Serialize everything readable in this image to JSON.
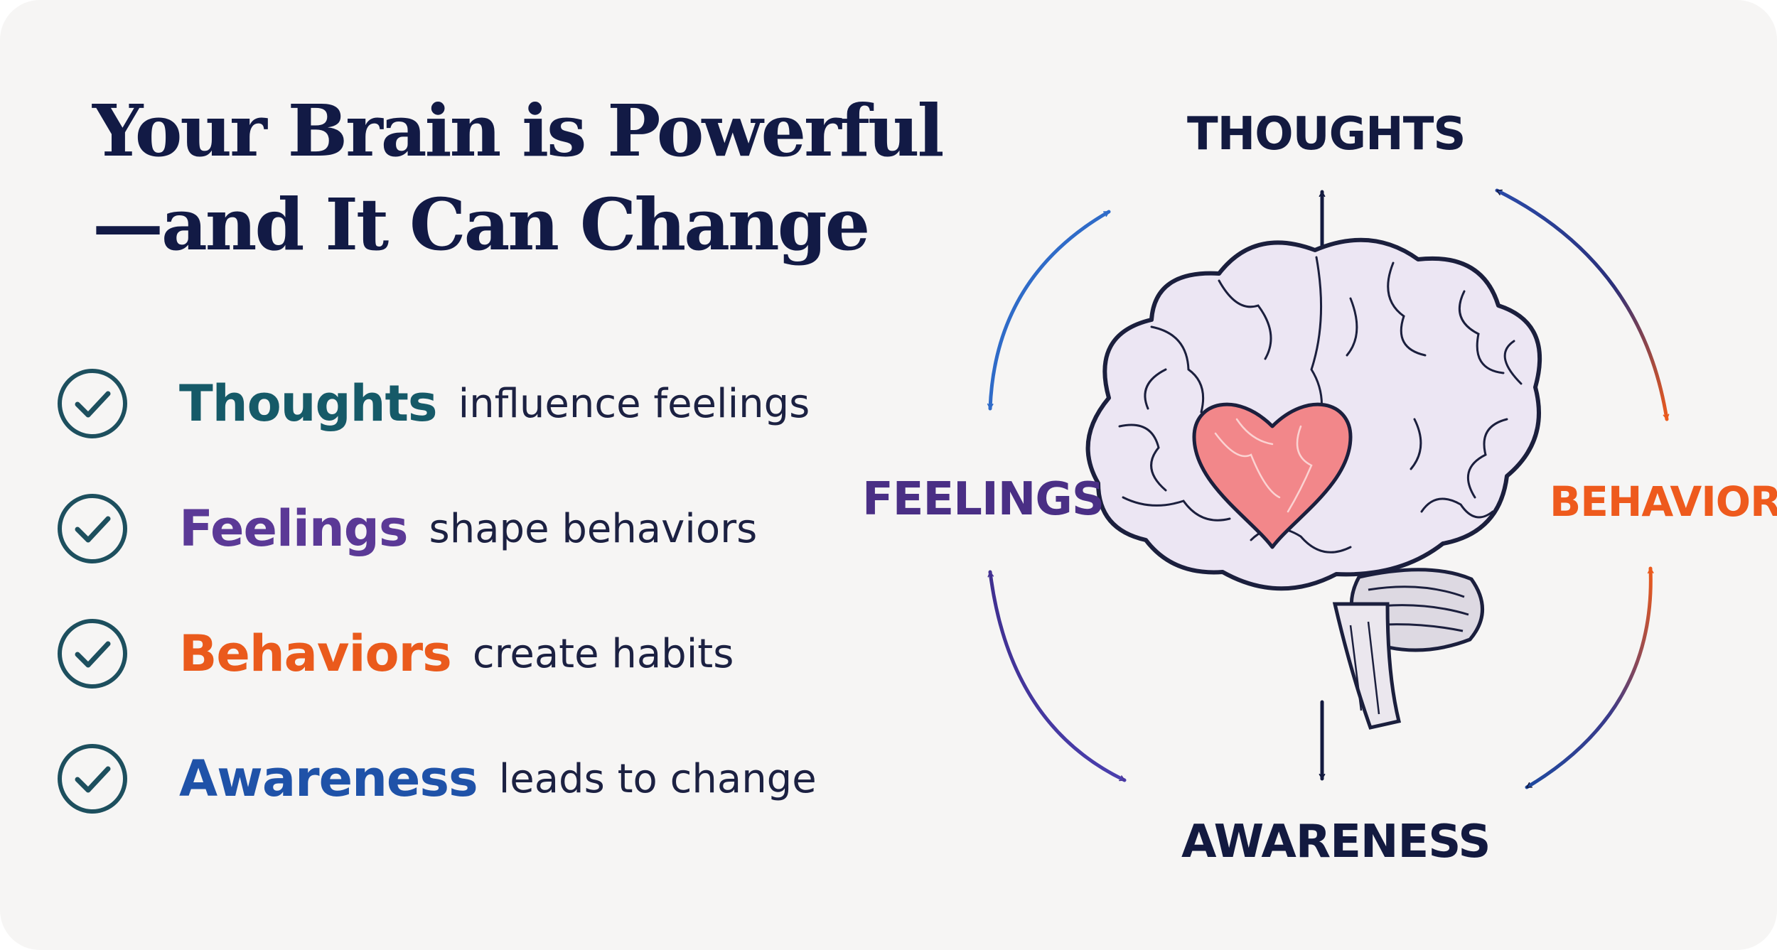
{
  "title": {
    "line1": "Your Brain is Powerful",
    "line2": "—and It Can Change"
  },
  "points": [
    {
      "keyword": "Thoughts",
      "text": "influence feelings",
      "color": "#165a68"
    },
    {
      "keyword": "Feelings",
      "text": "shape behaviors",
      "color": "#5b3996"
    },
    {
      "keyword": "Behaviors",
      "text": "create habits",
      "color": "#ea5a1c"
    },
    {
      "keyword": "Awareness",
      "text": "leads to change",
      "color": "#1f52a8"
    }
  ],
  "diagram": {
    "nodes": {
      "top": "THOUGHTS",
      "left": "FEELINGS",
      "right": "BEHAVIORS",
      "bottom": "AWARENESS"
    },
    "center_icons": [
      "brain-icon",
      "heart-icon"
    ]
  },
  "colors": {
    "navy": "#121a45",
    "check": "#1d4f5e",
    "thoughts": "#165a68",
    "feelings": "#5b3996",
    "behaviors": "#ea5a1c",
    "awareness": "#1f52a8",
    "heart": "#f2878a",
    "brain_fill": "#ece6f3"
  }
}
